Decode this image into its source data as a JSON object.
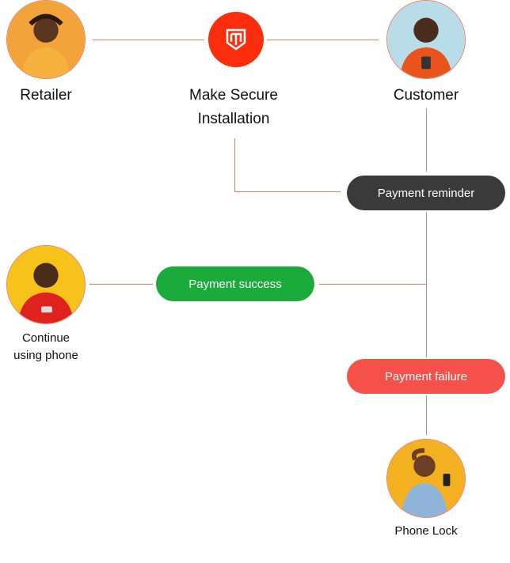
{
  "nodes": {
    "retailer": {
      "label": "Retailer"
    },
    "secure": {
      "label_line1": "Make Secure",
      "label_line2": "Installation",
      "icon": "shield-logo-icon"
    },
    "customer": {
      "label": "Customer"
    },
    "continue": {
      "label_line1": "Continue",
      "label_line2": "using phone"
    },
    "phone_lock": {
      "label": "Phone Lock"
    }
  },
  "pills": {
    "reminder": {
      "label": "Payment reminder",
      "color": "#3a3a3a"
    },
    "success": {
      "label": "Payment success",
      "color": "#1aab3a"
    },
    "failure": {
      "label": "Payment failure",
      "color": "#f5514a"
    }
  },
  "colors": {
    "accent": "#fb2d0c",
    "connector": "#f07a66"
  }
}
